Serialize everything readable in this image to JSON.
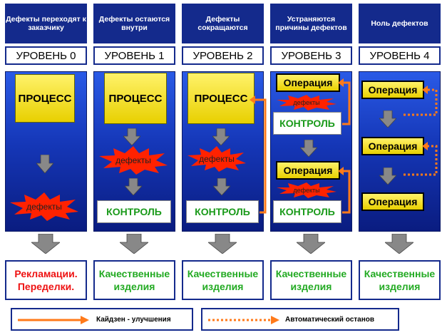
{
  "columns": [
    {
      "header": "Дефекты переходят к заказчику",
      "level": "УРОВЕНЬ 0",
      "result": "Рекламации. Переделки.",
      "result_color": "#ee1111"
    },
    {
      "header": "Дефекты остаются внутри",
      "level": "УРОВЕНЬ 1",
      "result": "Качественные изделия",
      "result_color": "#22aa22"
    },
    {
      "header": "Дефекты сокращаются",
      "level": "УРОВЕНЬ 2",
      "result": "Качественные изделия",
      "result_color": "#22aa22"
    },
    {
      "header": "Устраняются причины дефектов",
      "level": "УРОВЕНЬ 3",
      "result": "Качественные изделия",
      "result_color": "#22aa22"
    },
    {
      "header": "Ноль дефектов",
      "level": "УРОВЕНЬ 4",
      "result": "Качественные изделия",
      "result_color": "#22aa22"
    }
  ],
  "labels": {
    "process": "ПРОЦЕСС",
    "defects": "дефекты",
    "control": "КОНТРОЛЬ",
    "operation": "Операция"
  },
  "legend": {
    "kaizen": "Кайдзен - улучшения",
    "autostop": "Автоматический останов"
  },
  "colors": {
    "header_bg": "#142a8c",
    "process_yellow": "#e8d000",
    "control_green": "#1a9a1a",
    "kaizen_orange": "#ff7a1a",
    "defect_red": "#ff2200"
  }
}
